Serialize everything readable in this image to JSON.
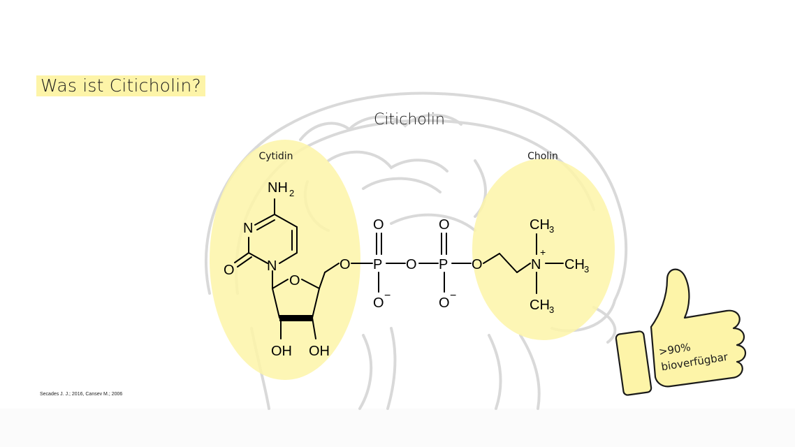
{
  "slide": {
    "title": "Was ist Citicholin?",
    "citation": "Secades J. J.; 2016, Cansev M.; 2006"
  },
  "diagram": {
    "heading": "Citicholin",
    "labels": {
      "cytidin": "Cytidin",
      "cholin": "Cholin"
    },
    "atoms": {
      "nh2": "NH",
      "nh2_sub": "2",
      "n_ring_top": "N",
      "n_ring_bottom": "N",
      "o_carbonyl": "O",
      "o_ring": "O",
      "oh_left": "OH",
      "oh_right": "OH",
      "o_link1": "O",
      "p1": "P",
      "o_p1_top": "O",
      "o_p1_bottom": "O",
      "o_bridge": "O",
      "p2": "P",
      "o_p2_top": "O",
      "o_p2_bottom": "O",
      "o_link2": "O",
      "n_plus": "N",
      "ch3": "CH",
      "ch3_sub": "3",
      "minus": "−",
      "plus": "+"
    },
    "badge": {
      "line1": ">90%",
      "line2": "bioverfügbar"
    },
    "colors": {
      "highlight": "#fdf4a8",
      "outline": "#d9d9d9",
      "text": "#000000"
    }
  }
}
